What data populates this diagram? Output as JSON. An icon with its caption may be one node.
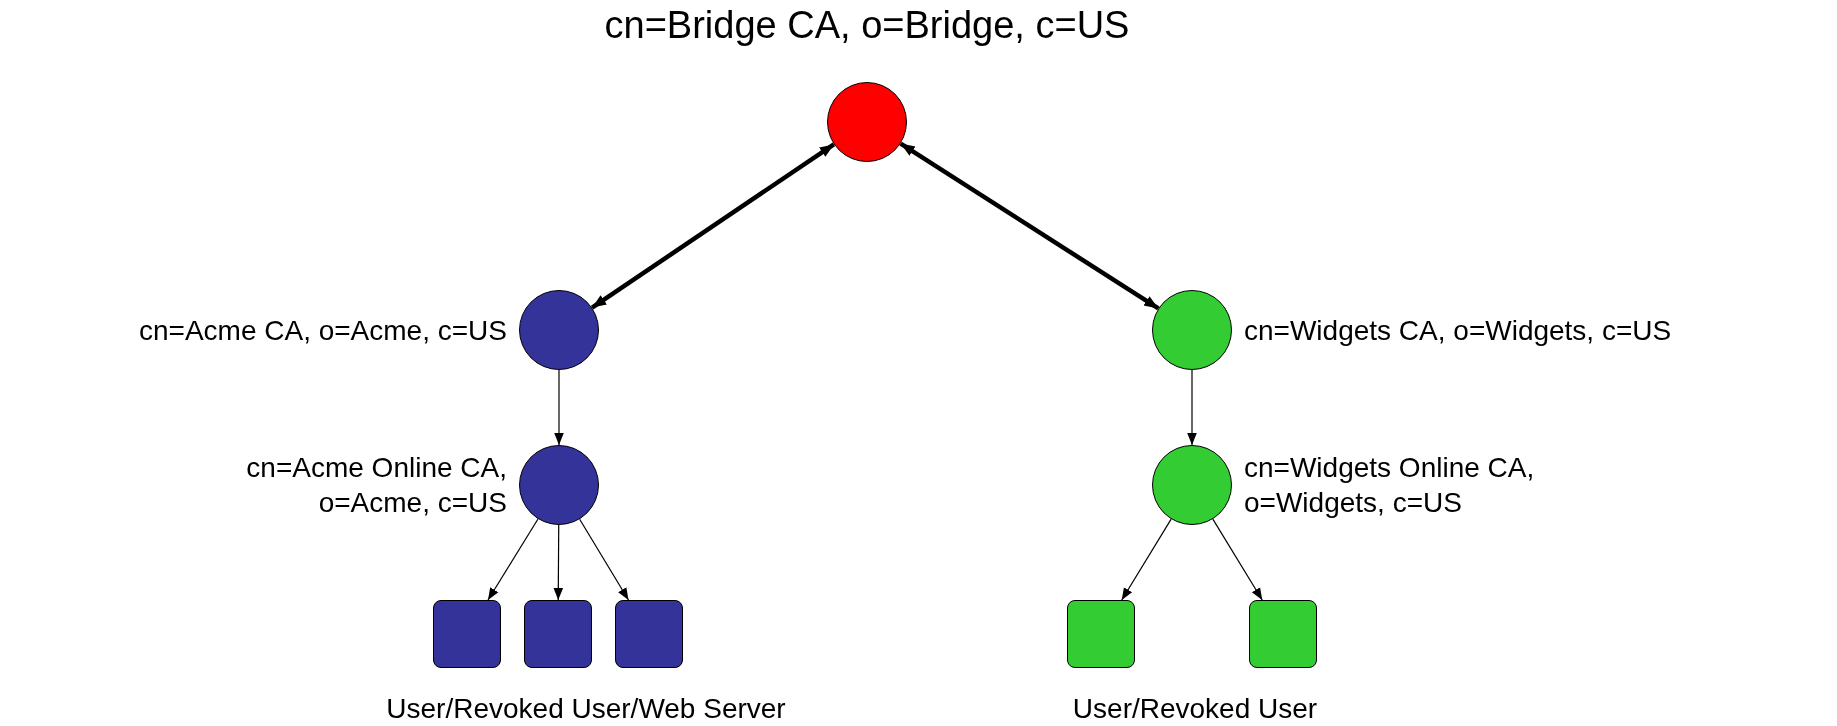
{
  "diagram": {
    "nodes": [
      {
        "text": [],
        "shape": "circle",
        "beside": [
          "cn=Bridge CA, o=Bridge, c=US"
        ]
      },
      {
        "text": [],
        "shape": "circle",
        "beside": [
          "cn=Acme CA, o=Acme, c=US"
        ]
      },
      {
        "text": [],
        "shape": "circle",
        "beside": [
          "cn=Acme Online CA, o=Acme, c=US"
        ]
      },
      {
        "text": [],
        "shape": "box"
      },
      {
        "text": [],
        "shape": "box"
      },
      {
        "text": [],
        "shape": "box"
      },
      {
        "text": [],
        "shape": "circle",
        "beside": [
          "cn=Widgets CA, o=Widgets, c=US"
        ]
      },
      {
        "text": [],
        "shape": "circle",
        "beside": [
          "cn=Widgets Online CA, o=Widgets, c=US"
        ]
      },
      {
        "text": [],
        "shape": "box"
      },
      {
        "text": [],
        "shape": "box"
      }
    ],
    "edges": [
      {
        "from": 0,
        "to": 1,
        "arrow": "both",
        "style": "thick"
      },
      {
        "from": 0,
        "to": 6,
        "arrow": "both",
        "style": "thick"
      },
      {
        "from": 1,
        "to": 2,
        "arrow": "to"
      },
      {
        "from": 2,
        "to": 3,
        "arrow": "to"
      },
      {
        "from": 2,
        "to": 4,
        "arrow": "to"
      },
      {
        "from": 2,
        "to": 5,
        "arrow": "to"
      },
      {
        "from": 6,
        "to": 7,
        "arrow": "to"
      },
      {
        "from": 7,
        "to": 8,
        "arrow": "to"
      },
      {
        "from": 7,
        "to": 9,
        "arrow": "to"
      }
    ],
    "labels": [
      "User/Revoked User/Web Server",
      "User/Revoked User"
    ]
  }
}
